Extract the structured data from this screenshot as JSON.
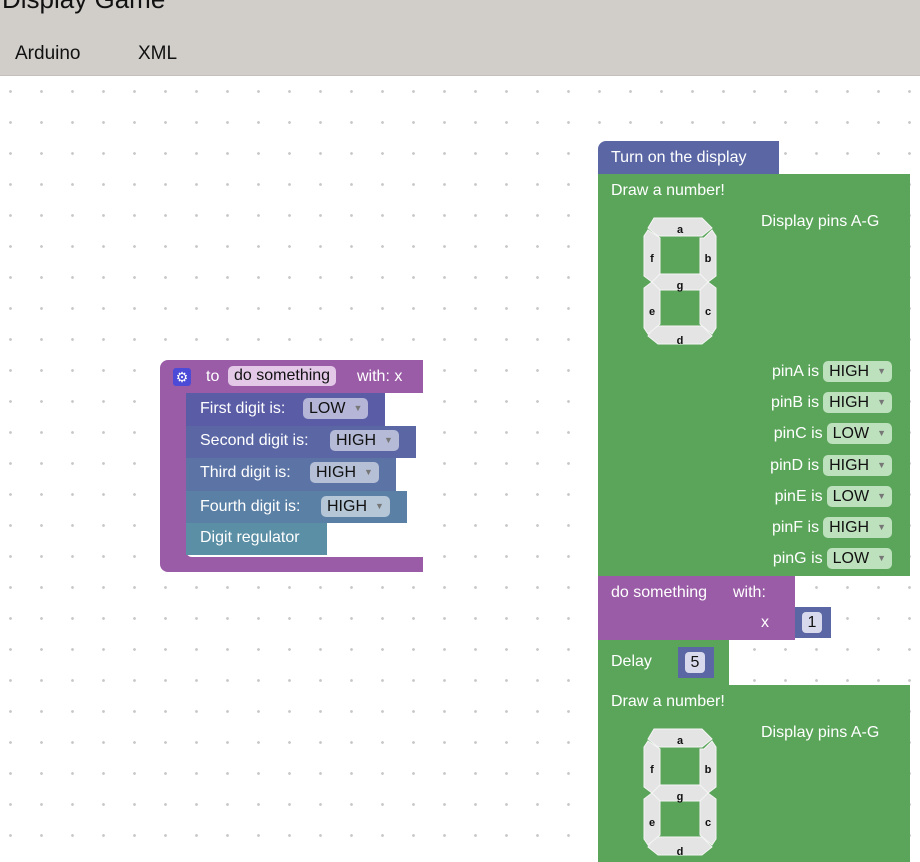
{
  "app": {
    "title": "Display Game",
    "tabs": [
      "Arduino",
      "XML"
    ]
  },
  "colors": {
    "header": "#d1ceca",
    "procedure": "#9a5ca6",
    "display": "#5b67a5",
    "draw": "#5ba55b"
  },
  "procedure": {
    "gear_icon": "gear-icon",
    "to": "to",
    "name": "do something",
    "with": "with: x",
    "digits": [
      {
        "label": "First digit is:",
        "value": "LOW"
      },
      {
        "label": "Second digit is:",
        "value": "HIGH"
      },
      {
        "label": "Third digit is:",
        "value": "HIGH"
      },
      {
        "label": "Fourth digit is:",
        "value": "HIGH"
      }
    ],
    "regulator": "Digit regulator"
  },
  "stack": {
    "turn_on": "Turn on the display",
    "draw1": {
      "title": "Draw a number!",
      "pins_title": "Display pins A-G",
      "segments": [
        "a",
        "b",
        "c",
        "d",
        "e",
        "f",
        "g"
      ],
      "pins": [
        {
          "label": "pinA is",
          "value": "HIGH"
        },
        {
          "label": "pinB is",
          "value": "HIGH"
        },
        {
          "label": "pinC is",
          "value": "LOW"
        },
        {
          "label": "pinD is",
          "value": "HIGH"
        },
        {
          "label": "pinE is",
          "value": "LOW"
        },
        {
          "label": "pinF is",
          "value": "HIGH"
        },
        {
          "label": "pinG is",
          "value": "LOW"
        }
      ]
    },
    "call": {
      "name": "do something",
      "with": "with:",
      "arg": "x",
      "value": "1"
    },
    "delay": {
      "label": "Delay",
      "value": "5"
    },
    "draw2": {
      "title": "Draw a number!",
      "pins_title": "Display pins A-G",
      "segments": [
        "a",
        "b",
        "c",
        "d",
        "e",
        "f",
        "g"
      ]
    }
  }
}
